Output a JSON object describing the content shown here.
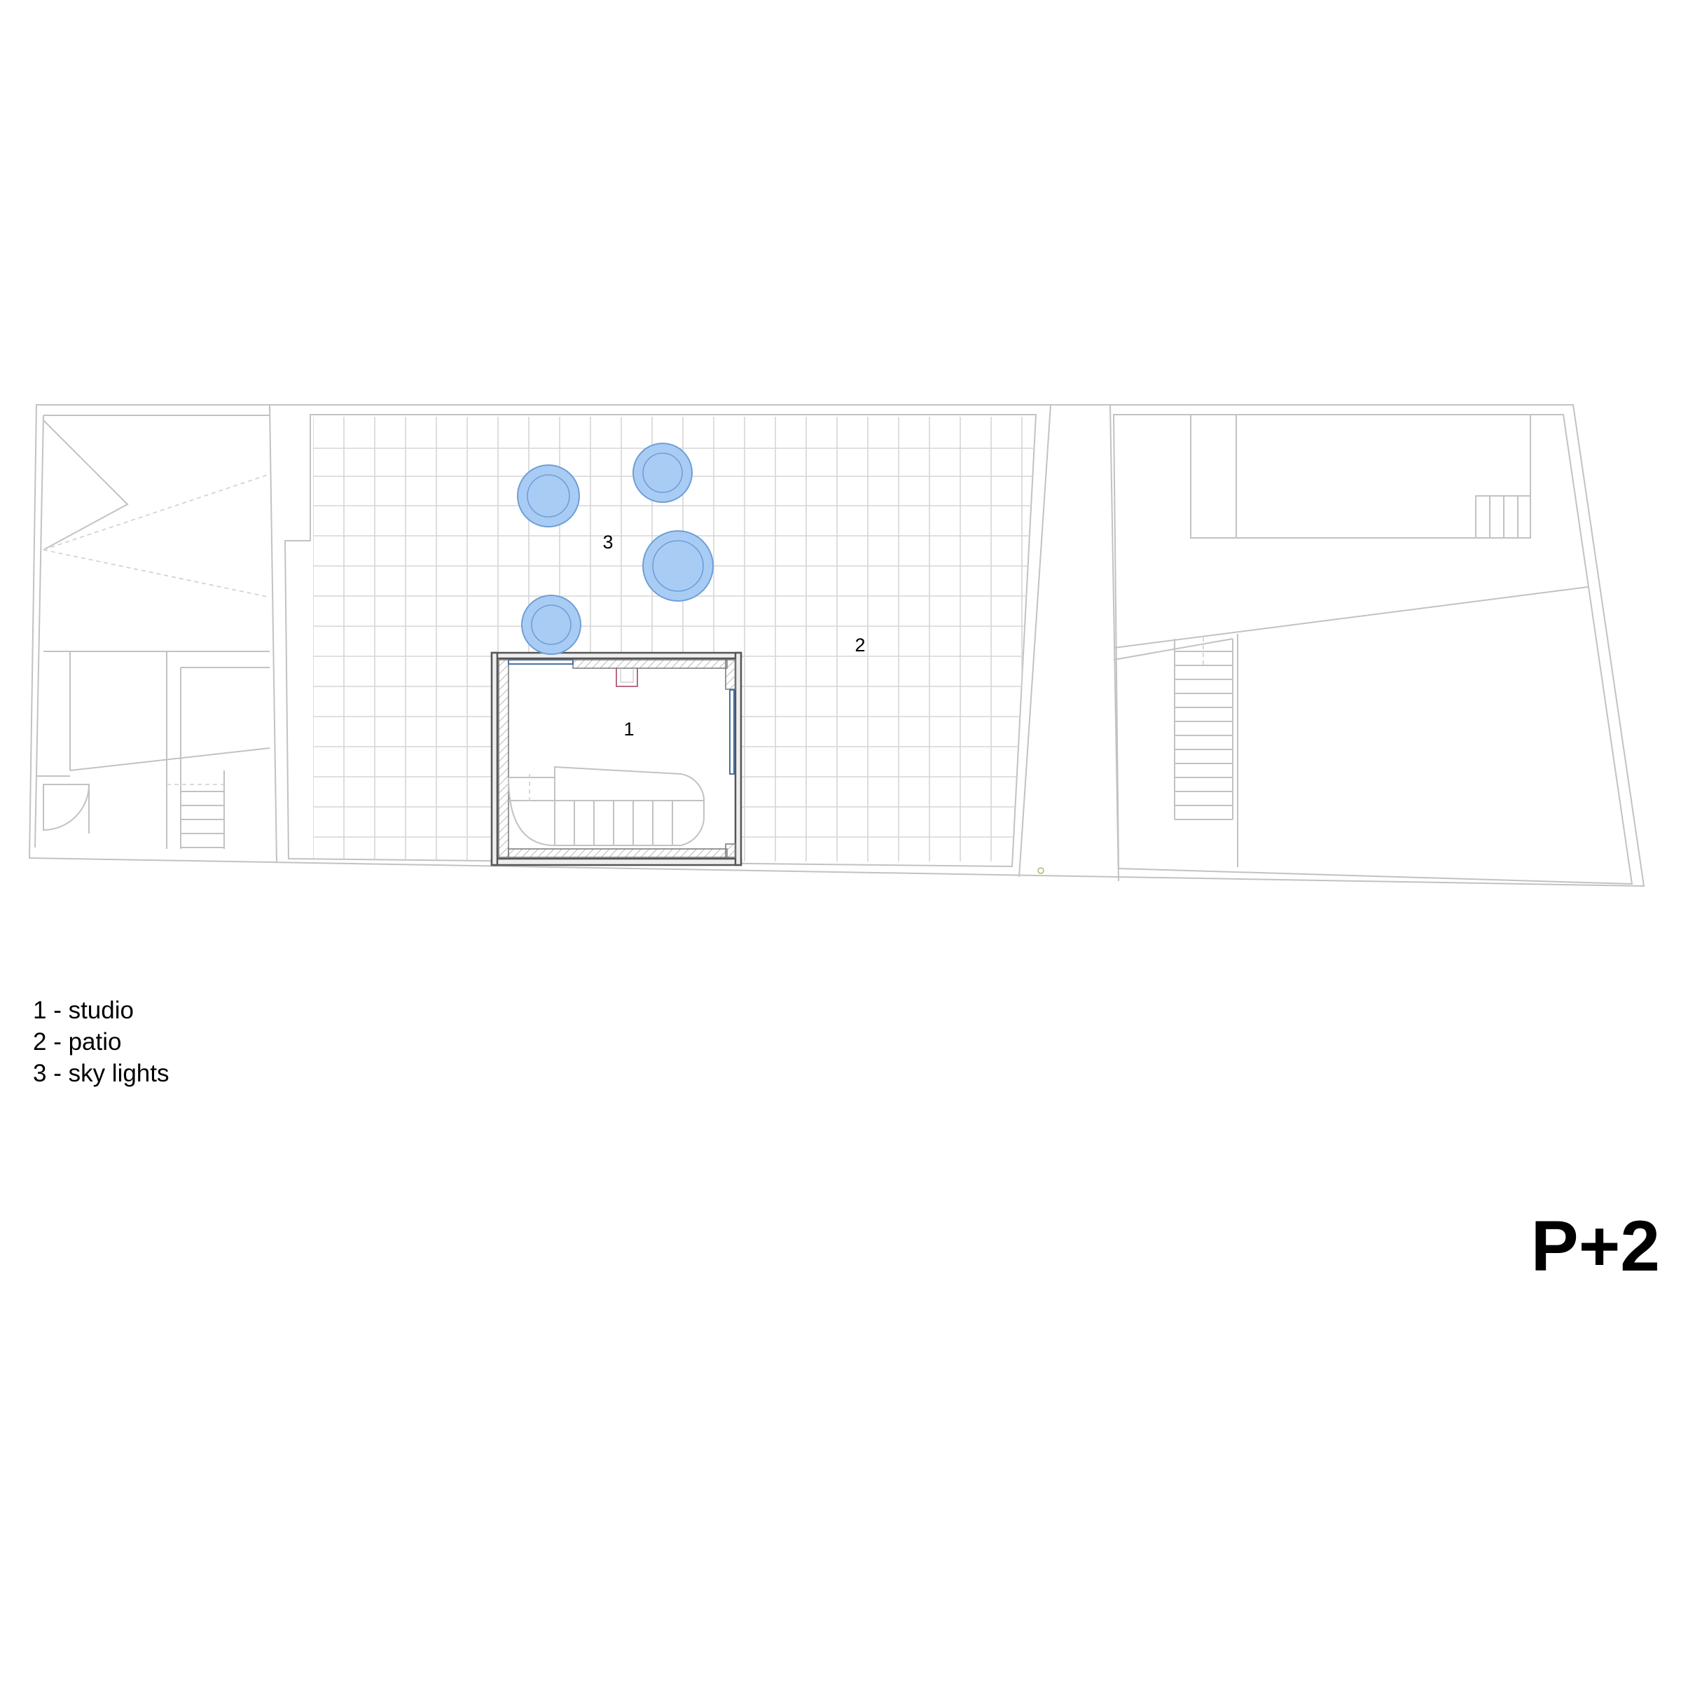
{
  "rooms": [
    {
      "number": "1",
      "name": "studio"
    },
    {
      "number": "2",
      "name": "patio"
    },
    {
      "number": "3",
      "name": "sky lights"
    }
  ],
  "legend": [
    "1 - studio",
    "2 - patio",
    "3 - sky lights"
  ],
  "level": "P+2",
  "colors": {
    "skylight_fill": "#a9ccf5",
    "skylight_stroke": "#6f9fd6",
    "line": "#c2c2c2",
    "wall": "#555555",
    "text": "#000000"
  }
}
